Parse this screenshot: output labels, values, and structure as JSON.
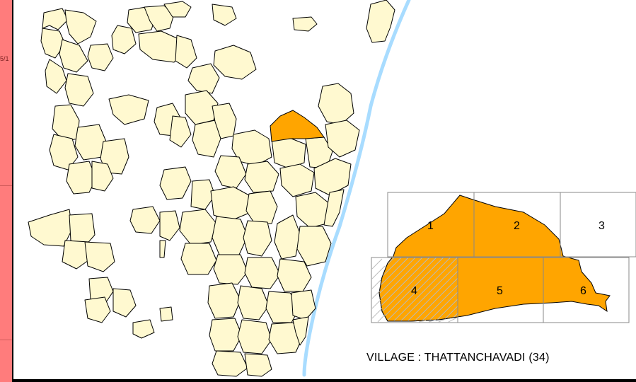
{
  "sidebar": {
    "label": "5/1",
    "color": "#ff7c7c"
  },
  "map": {
    "village_fill": "#fff9d0",
    "highlight_fill": "#ffa500",
    "coast_color": "#a8dcff",
    "border_color": "#000000"
  },
  "index_grid": {
    "cells": [
      {
        "number": "1"
      },
      {
        "number": "2"
      },
      {
        "number": "3"
      },
      {
        "number": "4"
      },
      {
        "number": "5"
      },
      {
        "number": "6"
      }
    ]
  },
  "caption": "VILLAGE : THATTANCHAVADI (34)"
}
